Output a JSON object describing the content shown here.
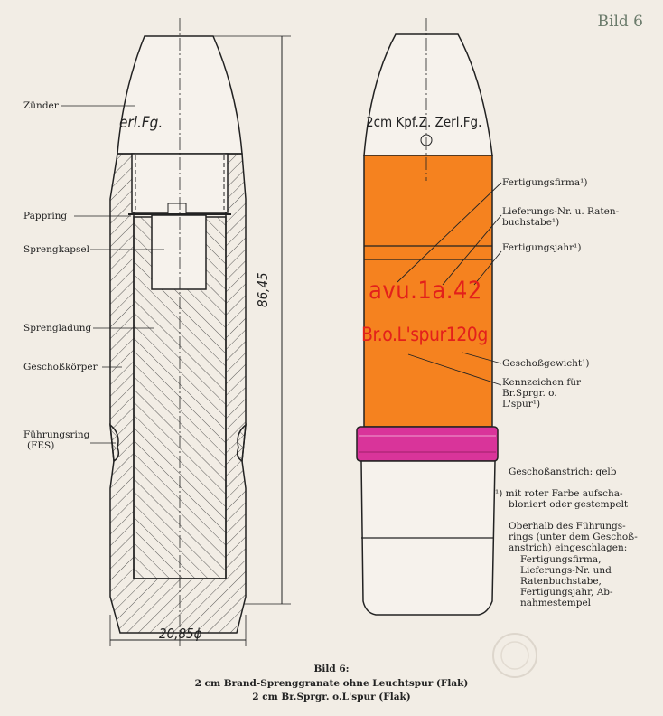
{
  "figure_label": "Bild 6",
  "left_labels": {
    "zuender": "Zünder",
    "pappring": "Pappring",
    "sprengkapsel": "Sprengkapsel",
    "sprengladung": "Sprengladung",
    "geschosskoerper": "Geschoßkörper",
    "fuehrungsring": "Führungsring",
    "fuehrungsring_sub": "(FES)"
  },
  "left_fuze_marking": "erl.Fg.",
  "dimensions": {
    "length": "86,45",
    "diameter": "20,85ϕ"
  },
  "right_fuze_marking": "2cm Kpf.Z. Zerl.Fg.",
  "stencil": {
    "line1": "avu.1a.42",
    "line2": "Br.o.L'spur120g"
  },
  "right_labels": {
    "fertigungsfirma": "Fertigungsfirma¹)",
    "lieferungs_1": "Lieferungs-Nr. u. Raten-",
    "lieferungs_2": "buchstabe¹)",
    "fertigungsjahr": "Fertigungsjahr¹)",
    "geschossgewicht": "Geschoßgewicht¹)",
    "kennzeichen_1": "Kennzeichen für",
    "kennzeichen_2": "Br.Sprgr. o.",
    "kennzeichen_3": "L'spur¹)"
  },
  "notes": {
    "anstrich": "Geschoßanstrich: gelb",
    "footnote_1": "¹) mit roter Farbe aufscha-",
    "footnote_2": "bloniert oder gestempelt",
    "oberhalb_1": "Oberhalb des Führungs-",
    "oberhalb_2": "rings (unter dem Geschoß-",
    "oberhalb_3": "anstrich) eingeschlagen:",
    "list_1": "Fertigungsfirma,",
    "list_2": "Lieferungs-Nr. und",
    "list_3": "Ratenbuchstabe,",
    "list_4": "Fertigungsjahr, Ab-",
    "list_5": "nahmestempel"
  },
  "caption": {
    "title": "Bild 6:",
    "line1": "2 cm Brand-Sprenggranate ohne Leuchtspur (Flak)",
    "line2": "2 cm Br.Sprgr. o.L'spur (Flak)"
  },
  "colors": {
    "paint": "#f5821f",
    "ring": "#d9349a",
    "stencil": "#e3201b",
    "paper": "#f2ede5"
  }
}
